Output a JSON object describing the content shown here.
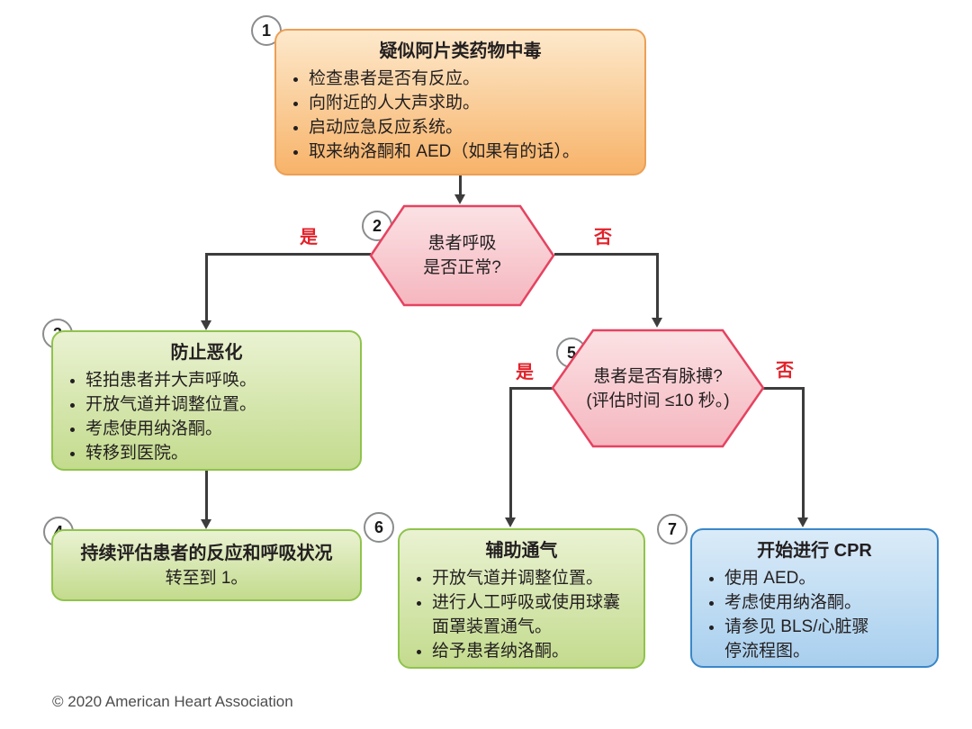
{
  "diagram": {
    "footer": "© 2020 American Heart Association",
    "colors": {
      "orange_fill_top": "#FDE9CC",
      "orange_fill_bottom": "#F7B369",
      "orange_border": "#EC9F55",
      "green_fill_top": "#EAF2D2",
      "green_fill_bottom": "#C3DB8D",
      "green_border": "#8FC34C",
      "blue_fill_top": "#DAEBF8",
      "blue_fill_bottom": "#A8CFEE",
      "blue_border": "#3A87C8",
      "pink_fill_top": "#FBE2E4",
      "pink_fill_bottom": "#F5B6BF",
      "pink_border": "#E54360",
      "edge_label_red": "#E2222A",
      "connector": "#3C3C3C",
      "badge_border": "#8A8C8E",
      "text": "#231F20"
    },
    "nodes": [
      {
        "id": "1",
        "title": "疑似阿片类药物中毒",
        "bullets": [
          "检查患者是否有反应。",
          "向附近的人大声求助。",
          "启动应急反应系统。",
          "取来纳洛酮和 AED（如果有的话）。"
        ]
      },
      {
        "id": "2",
        "line1": "患者呼吸",
        "line2": "是否正常?"
      },
      {
        "id": "3",
        "title": "防止恶化",
        "bullets": [
          "轻拍患者并大声呼唤。",
          "开放气道并调整位置。",
          "考虑使用纳洛酮。",
          "转移到医院。"
        ]
      },
      {
        "id": "4",
        "title": "持续评估患者的反应和呼吸状况",
        "subtitle": "转至到 1。"
      },
      {
        "id": "5",
        "line1": "患者是否有脉搏?",
        "line2": "(评估时间 ≤10 秒。)"
      },
      {
        "id": "6",
        "title": "辅助通气",
        "bullets": [
          "开放气道并调整位置。",
          "进行人工呼吸或使用球囊面罩装置通气。",
          "给予患者纳洛酮。"
        ]
      },
      {
        "id": "7",
        "title": "开始进行 CPR",
        "bullets": [
          "使用 AED。",
          "考虑使用纳洛酮。",
          "请参见 BLS/心脏骤停流程图。"
        ]
      }
    ],
    "edge_labels": {
      "node2_yes": "是",
      "node2_no": "否",
      "node5_yes": "是",
      "node5_no": "否"
    }
  }
}
